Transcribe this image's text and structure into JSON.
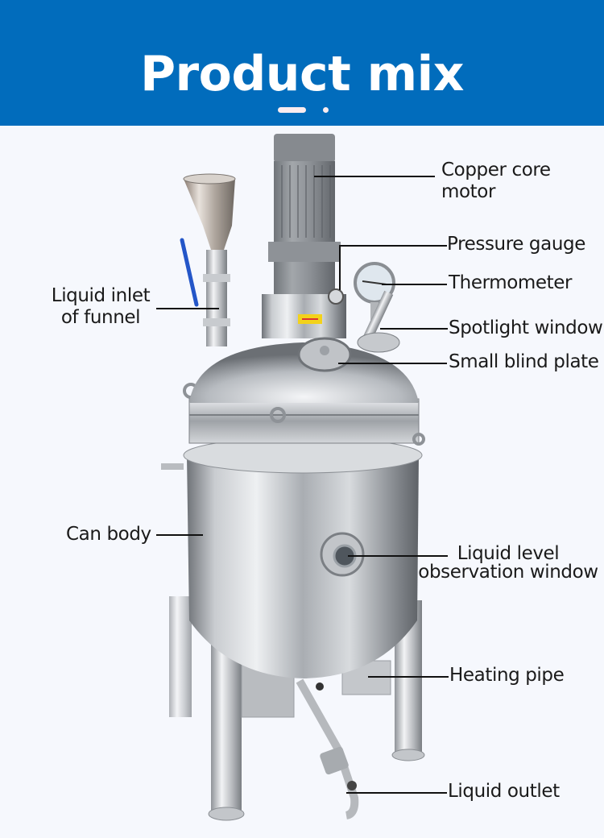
{
  "header": {
    "title": "Product mix",
    "background_color": "#016cbc",
    "accent_color": "#fbecef"
  },
  "product": {
    "description": "Stainless steel mixing tank / reactor with top motor, funnel, gauges and legs"
  },
  "labels": {
    "copper_core_motor": [
      "Copper core",
      "motor"
    ],
    "pressure_gauge": "Pressure gauge",
    "thermometer": "Thermometer",
    "spotlight_window": "Spotlight window",
    "small_blind_plate": "Small blind plate",
    "liquid_inlet_of_funnel": [
      "Liquid inlet",
      "of funnel"
    ],
    "can_body": "Can body",
    "liquid_level_observation_window": [
      "Liquid level",
      "observation window"
    ],
    "heating_pipe": "Heating pipe",
    "liquid_outlet": "Liquid outlet"
  },
  "colors": {
    "page_background": "#f6f8fd",
    "label_text": "#1a1a1a",
    "motor_gray": "#8a8d90",
    "valve_handle_blue": "#2456c8",
    "warning_label": "#f3d21b"
  }
}
